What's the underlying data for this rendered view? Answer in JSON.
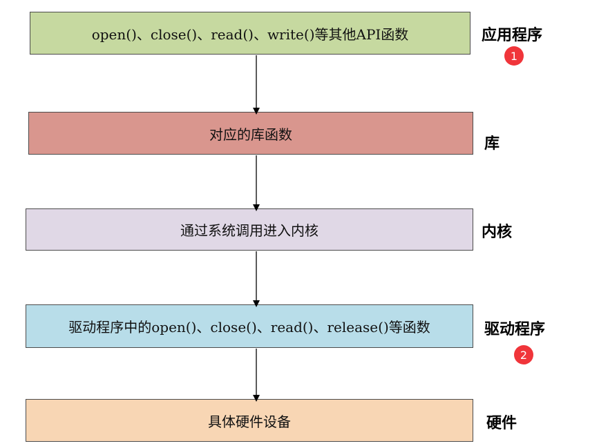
{
  "layers": [
    {
      "box_text": "open()、close()、read()、write()等其他API函数",
      "label": "应用程序",
      "badge": "1",
      "fill": "#c6d9a0"
    },
    {
      "box_text": "对应的库函数",
      "label": "库",
      "badge": null,
      "fill": "#d9968e"
    },
    {
      "box_text": "通过系统调用进入内核",
      "label": "内核",
      "badge": null,
      "fill": "#e0d8e6"
    },
    {
      "box_text": "驱动程序中的open()、close()、read()、release()等函数",
      "label": "驱动程序",
      "badge": "2",
      "fill": "#b8dde9"
    },
    {
      "box_text": "具体硬件设备",
      "label": "硬件",
      "badge": null,
      "fill": "#f8d6b4"
    }
  ],
  "colors": {
    "border": "#4a4a4a",
    "arrow": "#000000",
    "badge": "#f0353a"
  }
}
